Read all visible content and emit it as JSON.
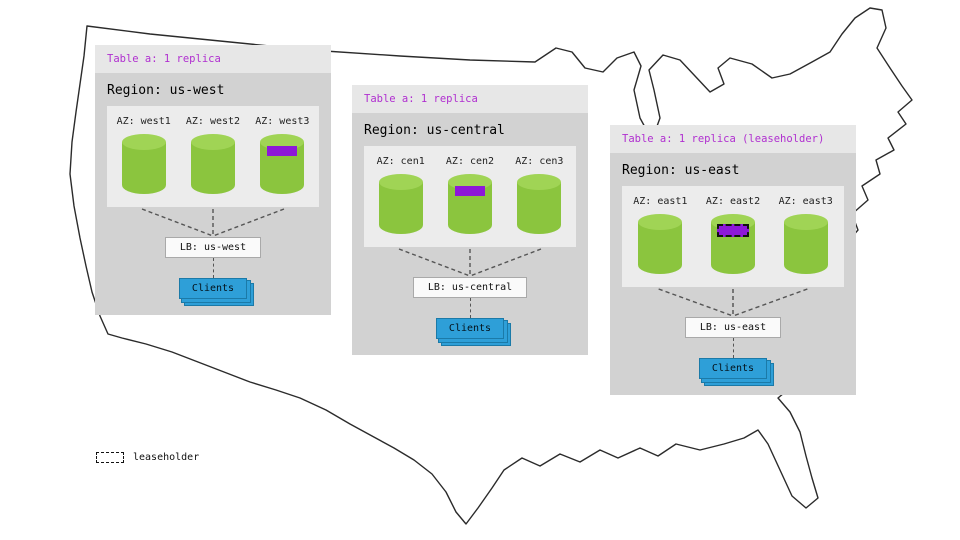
{
  "regions": [
    {
      "table_label": "Table a: 1 replica",
      "region_label": "Region: us-west",
      "azs": [
        {
          "label": "AZ: west1",
          "marker": "none"
        },
        {
          "label": "AZ: west2",
          "marker": "none"
        },
        {
          "label": "AZ: west3",
          "marker": "replica"
        }
      ],
      "lb_label": "LB: us-west",
      "clients_label": "Clients"
    },
    {
      "table_label": "Table a: 1 replica",
      "region_label": "Region: us-central",
      "azs": [
        {
          "label": "AZ: cen1",
          "marker": "none"
        },
        {
          "label": "AZ: cen2",
          "marker": "replica"
        },
        {
          "label": "AZ: cen3",
          "marker": "none"
        }
      ],
      "lb_label": "LB: us-central",
      "clients_label": "Clients"
    },
    {
      "table_label": "Table a: 1 replica (leaseholder)",
      "region_label": "Region: us-east",
      "azs": [
        {
          "label": "AZ: east1",
          "marker": "none"
        },
        {
          "label": "AZ: east2",
          "marker": "leaseholder"
        },
        {
          "label": "AZ: east3",
          "marker": "none"
        }
      ],
      "lb_label": "LB: us-east",
      "clients_label": "Clients"
    }
  ],
  "legend": {
    "label": "leaseholder"
  },
  "colors": {
    "cylinder_body": "#8bc53e",
    "cylinder_top": "#a0d455",
    "range_marker_purple": "#8d18d9",
    "clients_blue": "#2e9fd8",
    "header_text_purple": "#b02fd0",
    "panel_gray": "#d2d2d2",
    "map_outline": "#2b2b2b"
  }
}
